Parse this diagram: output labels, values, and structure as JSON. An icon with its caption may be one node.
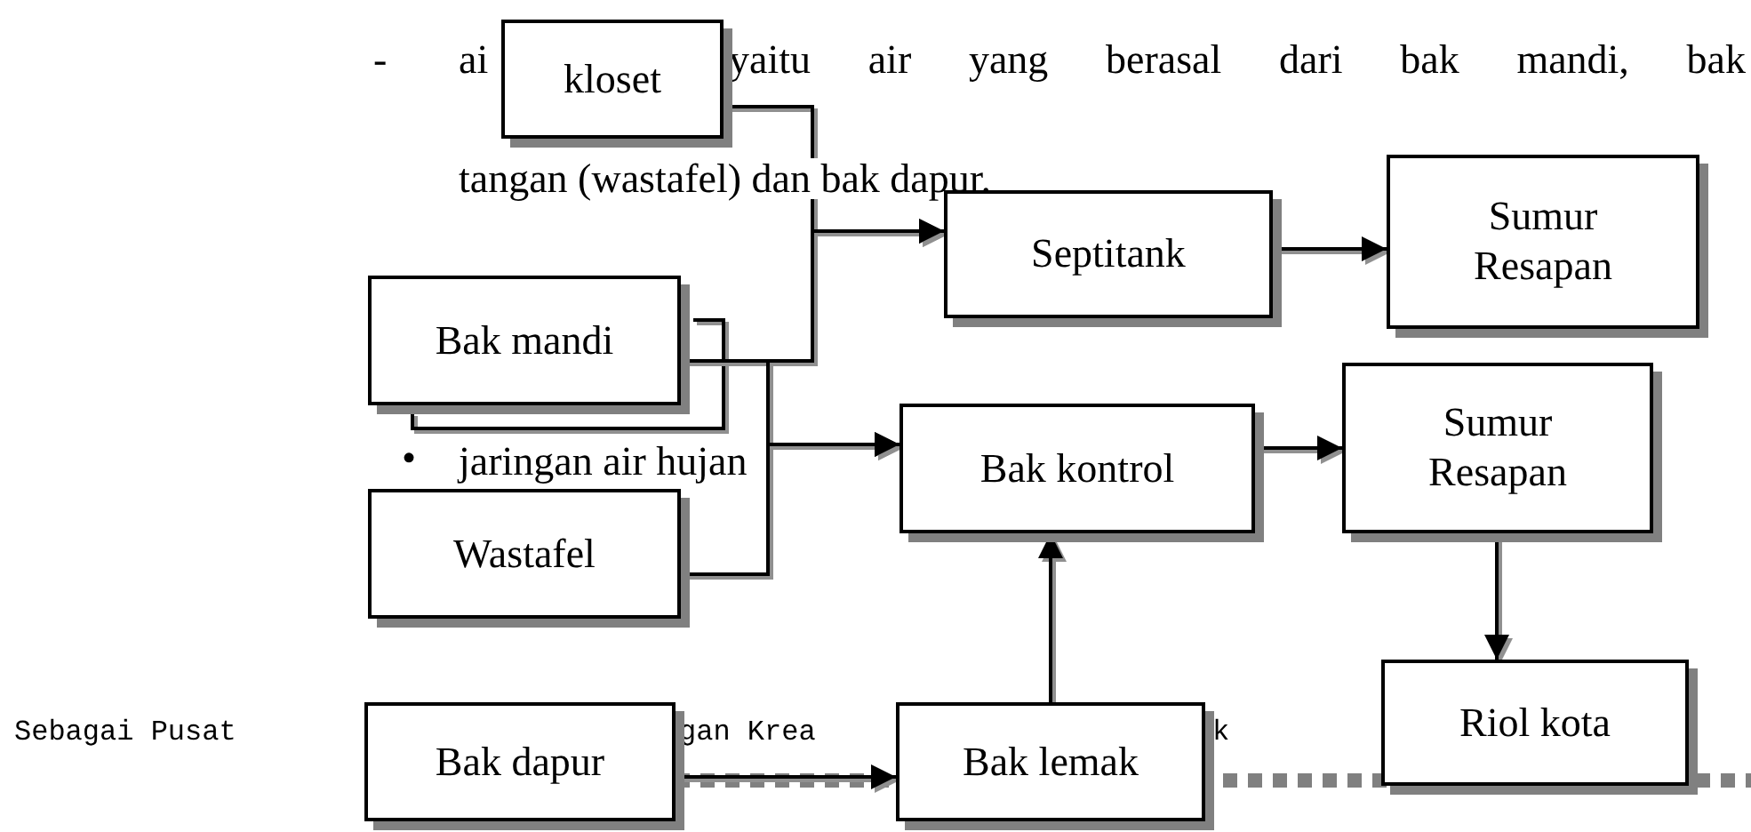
{
  "diagram": {
    "nodes": [
      {
        "text": [
          "kloset"
        ]
      },
      {
        "text": [
          "Septitank"
        ]
      },
      {
        "text": [
          "Sumur Resapan"
        ]
      },
      {
        "text": [
          "Bak mandi"
        ]
      },
      {
        "text": [
          "Bak kontrol"
        ]
      },
      {
        "text": [
          "Sumur Resapan"
        ]
      },
      {
        "text": [
          "Wastafel"
        ]
      },
      {
        "text": [
          "Riol kota"
        ]
      },
      {
        "text": [
          "Bak dapur"
        ]
      },
      {
        "text": [
          "Bak lemak"
        ]
      }
    ],
    "edges": [
      {
        "from": 0,
        "to": 1,
        "arrow": "to"
      },
      {
        "from": 3,
        "to": 1,
        "arrow": "to"
      },
      {
        "from": 1,
        "to": 2,
        "arrow": "to"
      },
      {
        "from": 4,
        "to": 5,
        "arrow": "to"
      },
      {
        "from": 5,
        "to": 7,
        "arrow": "to"
      },
      {
        "from": 3,
        "to": 4,
        "arrow": "to"
      },
      {
        "from": 6,
        "to": 4,
        "arrow": "to"
      },
      {
        "from": 9,
        "to": 4,
        "arrow": "to"
      },
      {
        "from": 8,
        "to": 9,
        "arrow": "to"
      }
    ],
    "labels": [
      "-",
      "ai",
      "yaitu air yang berasal dari bak mandi, bak",
      "tangan (wastafel) dan bak dapur.",
      "•",
      "jaringan air hujan",
      "Sebagai Pusat",
      "gan Krea",
      "k"
    ]
  }
}
